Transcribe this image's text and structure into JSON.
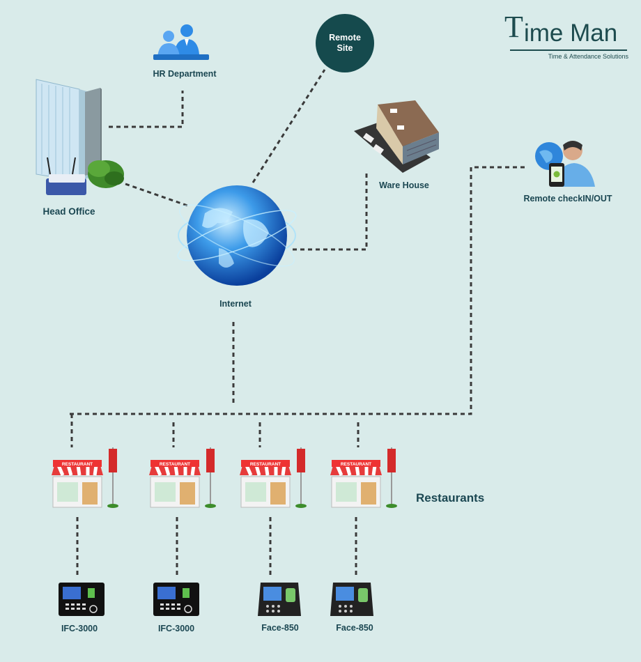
{
  "logo": {
    "brand_first": "T",
    "brand_rest": "ime Man",
    "tagline": "Time & Attendance Solutions"
  },
  "nodes": {
    "hr_department": "HR Department",
    "remote_site": "Remote Site",
    "head_office": "Head Office",
    "ware_house": "Ware House",
    "remote_check": "Remote checkIN/OUT",
    "internet": "Internet"
  },
  "restaurants": {
    "title": "Restaurants",
    "sign_text": "RESTAURANT"
  },
  "devices": [
    "IFC-3000",
    "IFC-3000",
    "Face-850",
    "Face-850"
  ],
  "colors": {
    "background": "#d9ebea",
    "label": "#1b4752",
    "remote_site": "#154a4d",
    "accent_red": "#c12d2d"
  }
}
